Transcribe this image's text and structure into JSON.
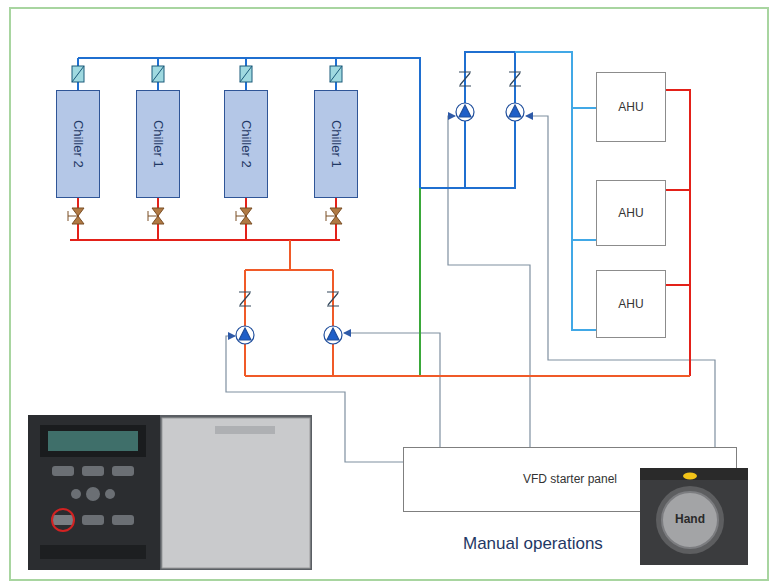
{
  "diagram": {
    "nodes": [
      {
        "text": [
          "Chiller 2"
        ]
      },
      {
        "text": [
          "Chiller 1"
        ]
      },
      {
        "text": [
          "Chiller 2"
        ]
      },
      {
        "text": [
          "Chiller 1"
        ]
      },
      {
        "text": [
          "AHU"
        ]
      },
      {
        "text": [
          "AHU"
        ]
      },
      {
        "text": [
          "AHU"
        ]
      },
      {
        "text": [
          "VFD starter panel"
        ]
      }
    ],
    "edges": [
      {
        "from": 4,
        "to": 5,
        "arrow": "none"
      },
      {
        "from": 5,
        "to": 6,
        "arrow": "none"
      },
      {
        "from": 4,
        "to": 5,
        "arrow": "none"
      },
      {
        "from": 5,
        "to": 6,
        "arrow": "none"
      }
    ],
    "labels": [
      "Manual operations",
      "Hand"
    ]
  }
}
